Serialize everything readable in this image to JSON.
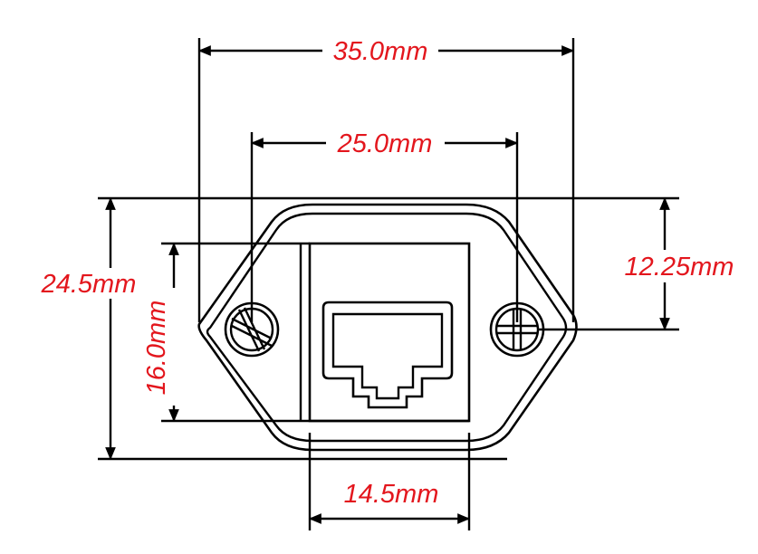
{
  "diagram": {
    "part": "panel-mount RJ45 connector",
    "line_color": "#000000",
    "dimension_text_color": "#e3161d",
    "dimensions": {
      "overall_width": "35.0mm",
      "hole_spacing": "25.0mm",
      "overall_height": "24.5mm",
      "jack_height": "16.0mm",
      "hole_offset": "12.25mm",
      "jack_width": "14.5mm"
    },
    "icons": {
      "left_screw": "phillips-screw-icon",
      "right_screw": "phillips-screw-icon",
      "port": "rj45-port-icon"
    }
  }
}
